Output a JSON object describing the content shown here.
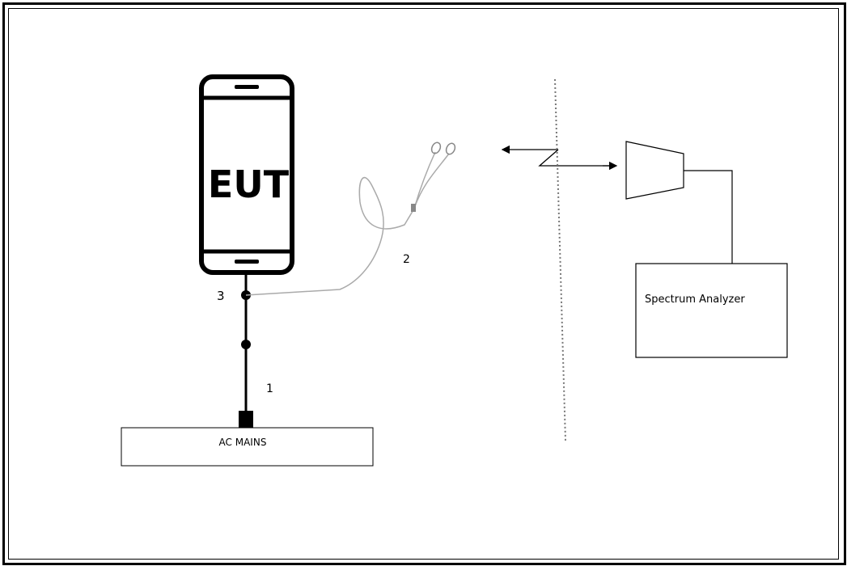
{
  "diagram": {
    "eut_label": "EUT",
    "ac_mains_label": "AC MAINS",
    "spectrum_analyzer_label": "Spectrum Analyzer",
    "cable_labels": {
      "mains_cable": "1",
      "earphone_cable": "2",
      "junction": "3"
    }
  }
}
